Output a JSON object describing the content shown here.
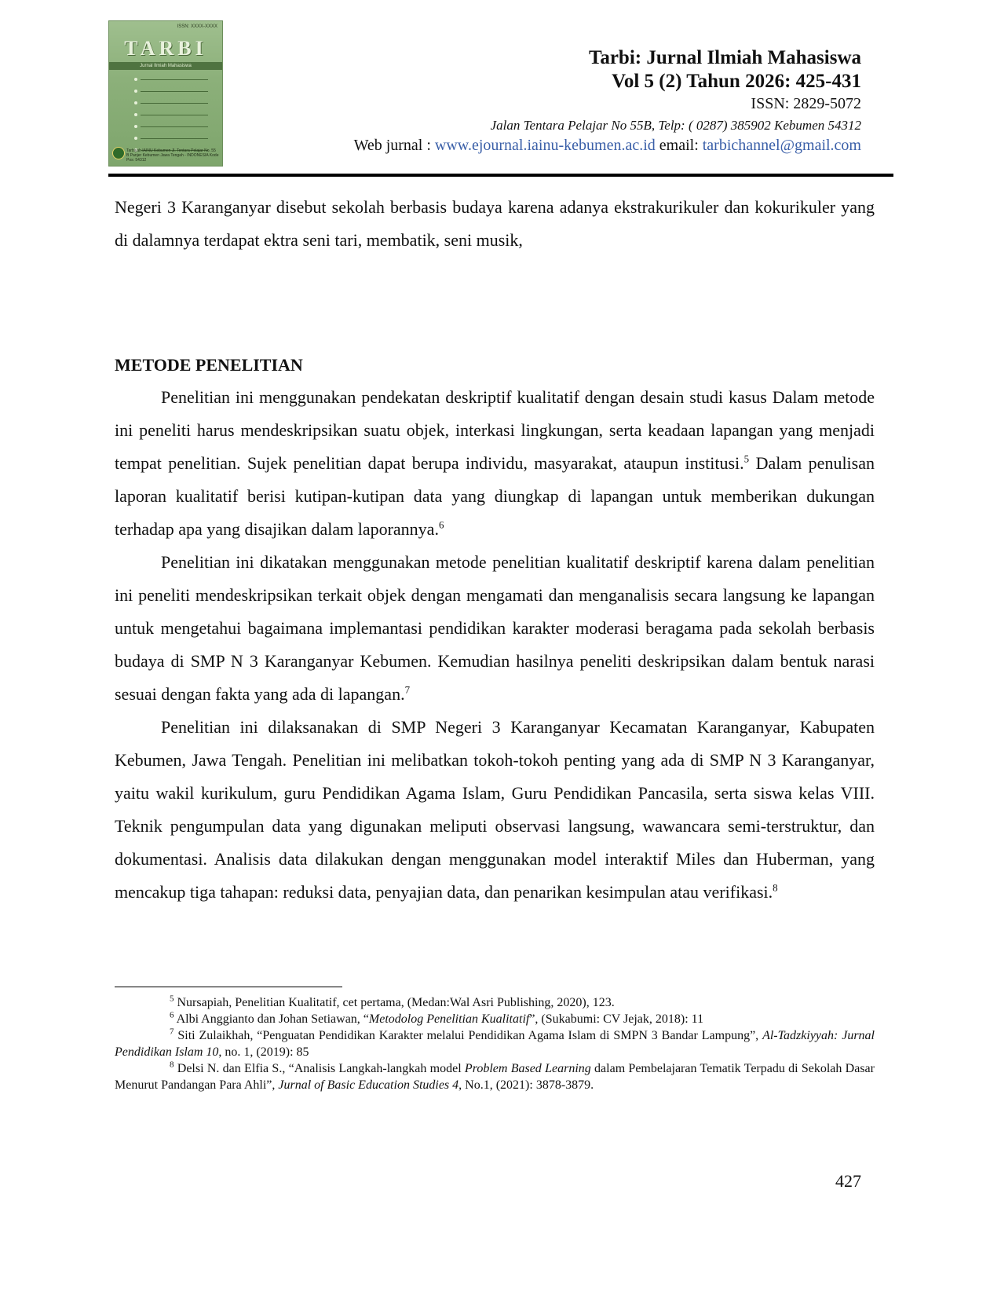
{
  "header": {
    "cover": {
      "issn_tag": "ISSN: XXXX-XXXX",
      "brand": "TARBI",
      "subtitle": "Jurnal Ilmiah Mahasiswa",
      "footer": "Tarbiyah IAINU Kebumen Jl. Tentara Pelajar No. 55 B Panjer Kebumen Jawa Tengah - INDONESIA Kode Pos: 54312"
    },
    "journal_title": "Tarbi: Jurnal Ilmiah Mahasiswa",
    "volume": "Vol 5 (2) Tahun 2026: 425-431",
    "issn": "ISSN:  2829-5072",
    "address": "Jalan Tentara Pelajar No 55B, Telp: ( 0287) 385902 Kebumen 54312",
    "web_label": "Web jurnal : ",
    "web_url": "www.ejournal.iainu-kebumen.ac.id",
    "email_label": " email: ",
    "email": "tarbichannel@gmail.com"
  },
  "body": {
    "intro": "Negeri 3 Karanganyar disebut sekolah berbasis budaya karena adanya ekstrakurikuler dan kokurikuler yang di dalamnya terdapat ektra seni tari, membatik, seni musik,",
    "section_heading": "METODE PENELITIAN",
    "p1_a": "Penelitian ini menggunakan pendekatan deskriptif kualitatif dengan desain studi kasus Dalam metode ini peneliti harus mendeskripsikan suatu objek, interkasi lingkungan, serta keadaan lapangan yang menjadi tempat penelitian. Sujek penelitian dapat berupa individu, masyarakat, ataupun institusi.",
    "p1_ref1": "5",
    "p1_b": " Dalam penulisan laporan kualitatif berisi kutipan-kutipan data yang diungkap di lapangan untuk memberikan dukungan terhadap apa yang disajikan dalam laporannya.",
    "p1_ref2": "6",
    "p2": "Penelitian ini dikatakan menggunakan metode penelitian kualitatif deskriptif karena dalam penelitian ini peneliti mendeskripsikan terkait objek dengan mengamati dan menganalisis secara langsung ke lapangan untuk mengetahui bagaimana implemantasi pendidikan karakter moderasi beragama pada sekolah berbasis budaya di SMP N 3 Karanganyar Kebumen. Kemudian hasilnya peneliti deskripsikan dalam bentuk narasi sesuai dengan fakta yang ada di lapangan.",
    "p2_ref": "7",
    "p3": "Penelitian ini dilaksanakan di SMP Negeri 3 Karanganyar Kecamatan Karanganyar, Kabupaten Kebumen, Jawa Tengah. Penelitian ini melibatkan tokoh-tokoh penting yang ada di SMP N 3 Karanganyar, yaitu wakil kurikulum, guru Pendidikan Agama Islam, Guru Pendidikan Pancasila, serta siswa kelas VIII. Teknik pengumpulan data yang digunakan meliputi observasi langsung, wawancara semi-terstruktur, dan dokumentasi. Analisis data dilakukan dengan menggunakan model interaktif Miles dan Huberman, yang mencakup tiga tahapan: reduksi data, penyajian data, dan penarikan kesimpulan atau verifikasi.",
    "p3_ref": "8"
  },
  "footnotes": {
    "fn5_num": "5",
    "fn5_text": " Nursapiah, Penelitian Kualitatif, cet pertama, (Medan:Wal Asri Publishing, 2020), 123.",
    "fn6_num": "6",
    "fn6_pre": " Albi Anggianto dan Johan Setiawan, “",
    "fn6_italic": "Metodolog Penelitian Kualitatif",
    "fn6_post": "”, (Sukabumi: CV Jejak, 2018): 11",
    "fn7_num": "7",
    "fn7_pre": "  Siti Zulaikhah, “Penguatan Pendidikan Karakter melalui Pendidikan Agama Islam di SMPN 3 Bandar Lampung”, ",
    "fn7_italic": "Al-Tadzkiyyah: Jurnal Pendidikan Islam 10",
    "fn7_post": ", no. 1, (2019): 85",
    "fn8_num": "8",
    "fn8_pre": " Delsi N. dan Elfia S., “Analisis Langkah-langkah model ",
    "fn8_italic1": "Problem Based Learning",
    "fn8_mid": " dalam Pembelajaran Tematik Terpadu di Sekolah Dasar Menurut Pandangan Para Ahli”, ",
    "fn8_italic2": "Jurnal of Basic Education Studies 4",
    "fn8_post": ", No.1, (2021): 3878-3879."
  },
  "page_number": "427"
}
